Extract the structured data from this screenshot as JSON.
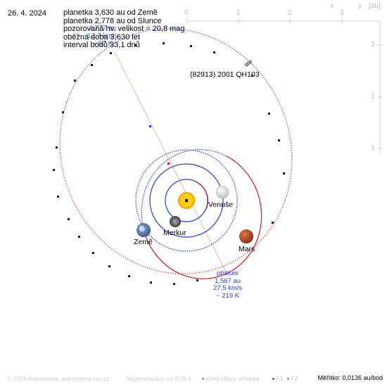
{
  "header": {
    "date": "26. 4. 2024",
    "lines": [
      "planetka 3,630 au od Země",
      "planetka 2,778 au od Slunce",
      "pozorovaná hv. velikost = 20,8 mag",
      "oběžná doba 3,630 let",
      "interval bodů 33,1 dnů"
    ]
  },
  "axis": {
    "unit_label": "[au]",
    "x_letter": "x",
    "y_letter": "y",
    "x_ticks": [
      "0",
      "1",
      "2",
      "3"
    ],
    "y_ticks": [
      "3",
      "2",
      "1"
    ]
  },
  "bodies": {
    "asteroid": "(82913) 2001 QH103",
    "venus": "Venuše",
    "mercury": "Merkur",
    "earth": "Země",
    "mars": "Mars"
  },
  "perihelion": {
    "title": "přísluní",
    "distance": "1,567 au",
    "speed": "27,5 km/s",
    "days": "~ 219 K"
  },
  "aphelion_ghost": [
    "4,777 au",
    "13,7 km/s",
    "~ 57 K"
  ],
  "footer": {
    "copyright": "© 2024 Astronomia, astronomia.zcu.cz",
    "generated": "Vygenerováno za 0,09 s",
    "legend_center": "střed elipsy, ohniska",
    "legend_f1": "F1",
    "legend_f2": "F2",
    "scale": "Měřítko: 0,0136 au/bod"
  },
  "colors": {
    "orbit_blue": "#1f3fdc",
    "orbit_red": "#d01818",
    "sun": "#ffd000"
  }
}
